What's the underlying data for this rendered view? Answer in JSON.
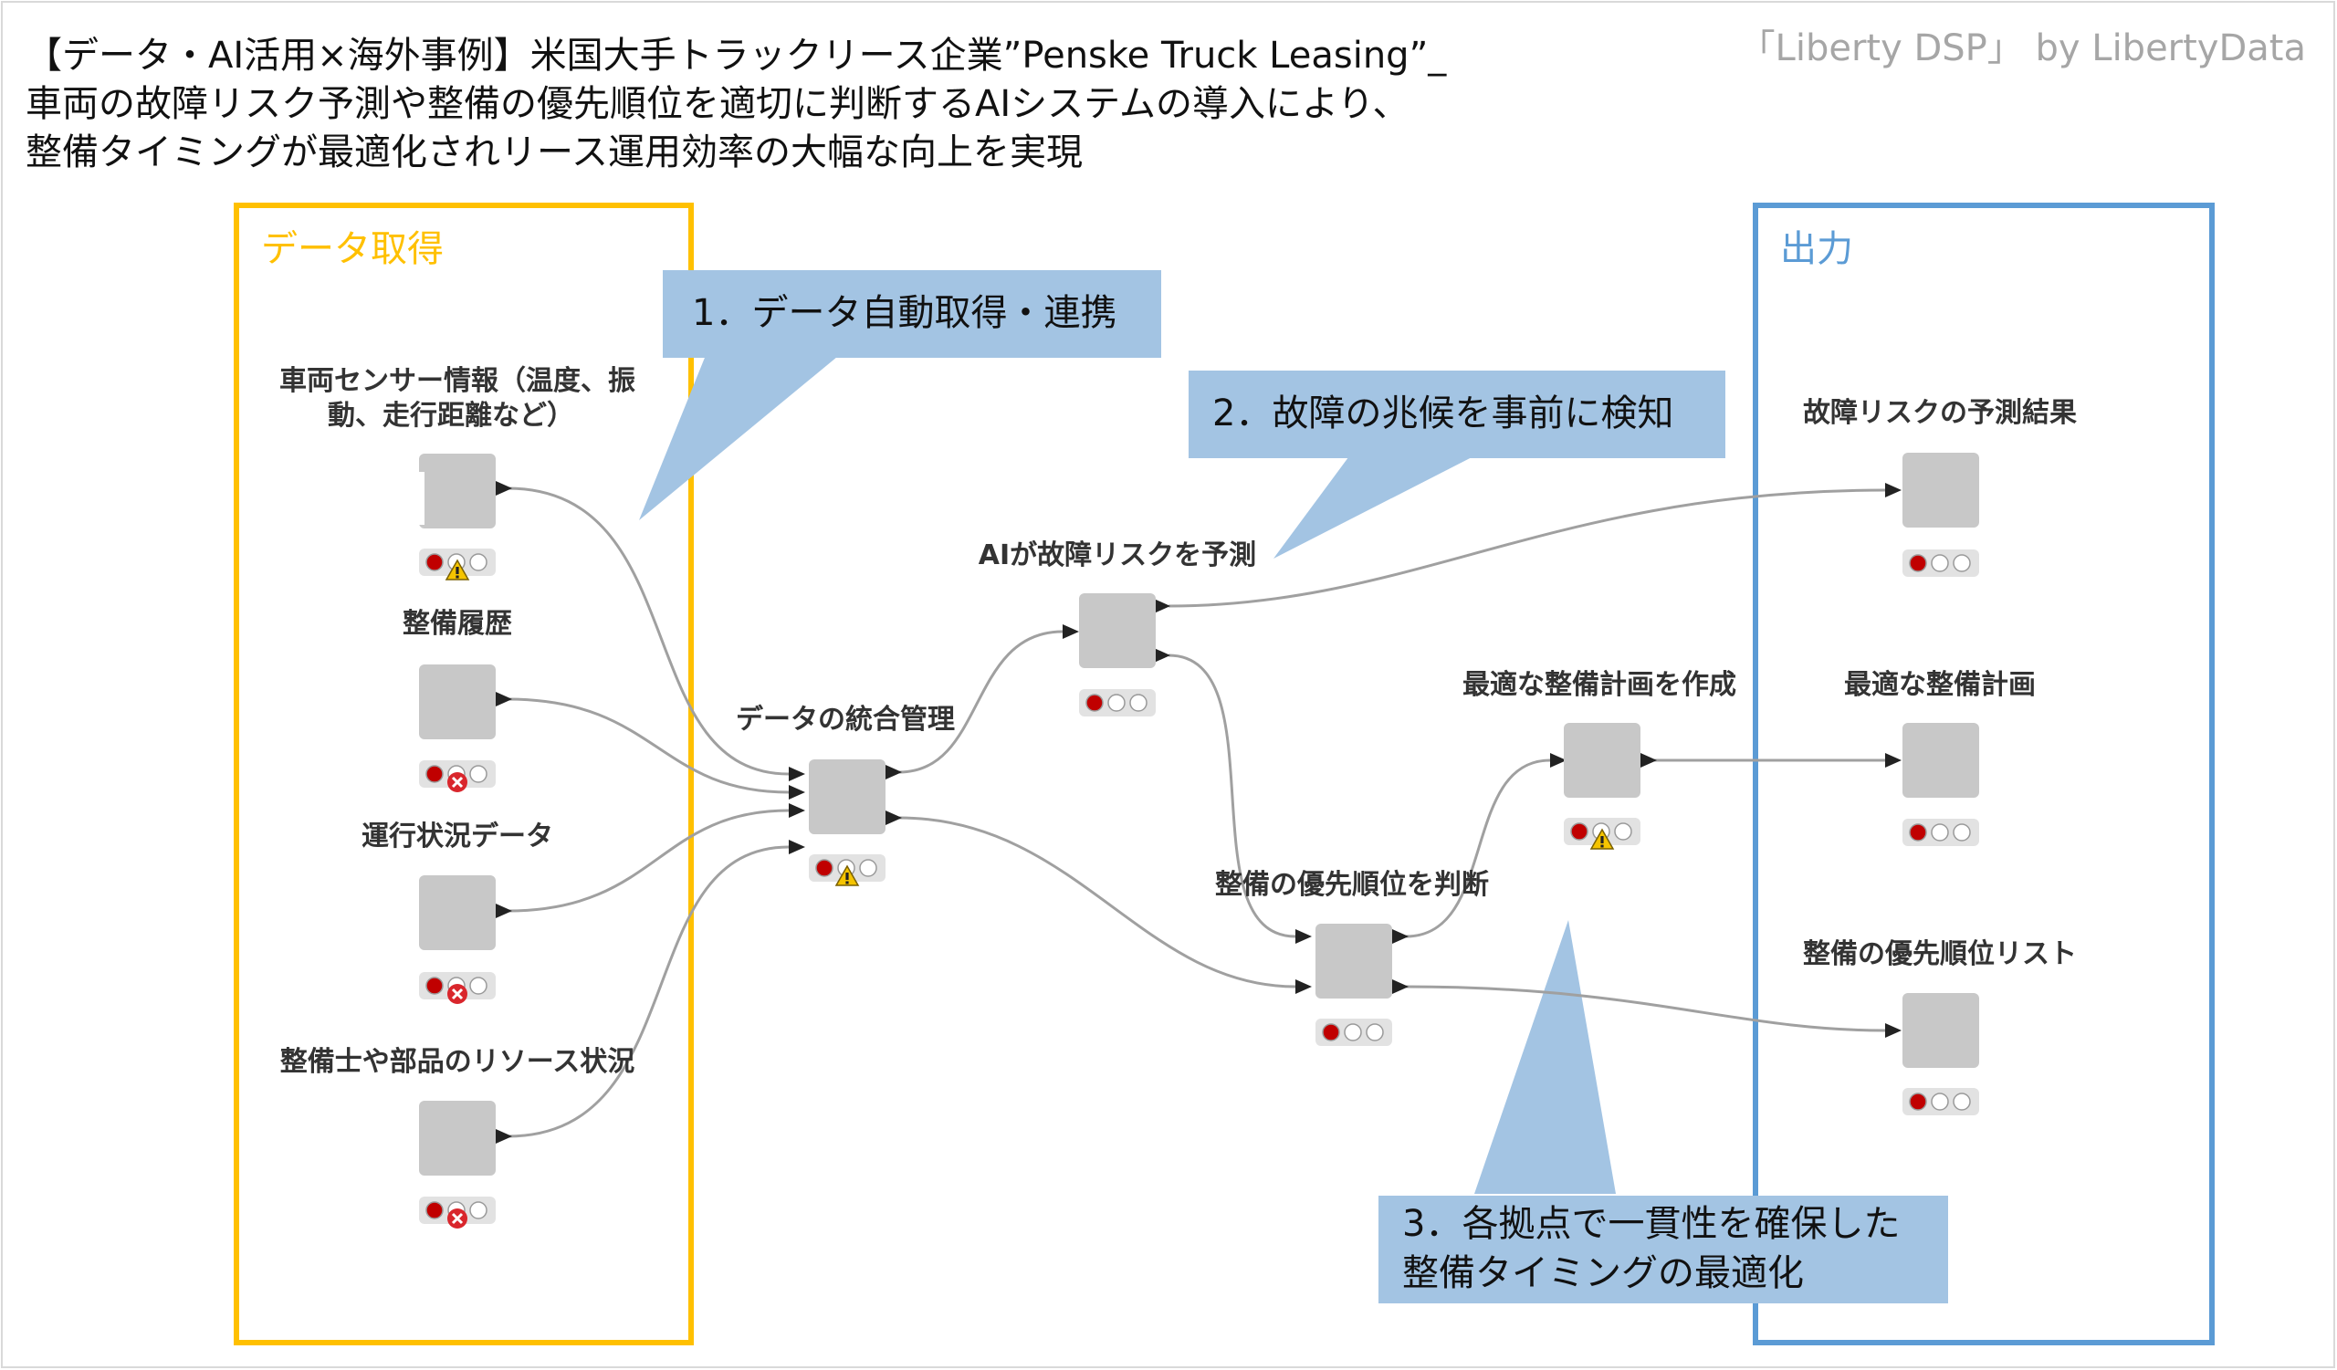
{
  "title_lines": [
    "【データ・AI活用×海外事例】米国大手トラックリース企業”Penske Truck Leasing”_",
    "車両の故障リスク予測や整備の優先順位を適切に判断するAIシステムの導入により、",
    "整備タイミングが最適化されリース運用効率の大幅な向上を実現"
  ],
  "credit": "「Liberty DSP」 by LibertyData",
  "groups": {
    "input": {
      "label": "データ取得",
      "color": "#ffc000"
    },
    "output": {
      "label": "出力",
      "color": "#5b9bd5"
    }
  },
  "callouts": {
    "c1": "1．データ自動取得・連携",
    "c2": "2．故障の兆候を事前に検知",
    "c3_line1": "3．各拠点で一貫性を確保した",
    "c3_line2": "整備タイミングの最適化",
    "fill": "#a3c4e3"
  },
  "nodes": {
    "sensor": {
      "label_line1": "車両センサー情報（温度、振",
      "label_line2": "動、走行距離など）",
      "status": "warning"
    },
    "maintenance_history": {
      "label": "整備履歴",
      "status": "error"
    },
    "operation_status": {
      "label": "運行状況データ",
      "status": "error"
    },
    "resources": {
      "label": "整備士や部品のリソース状況",
      "status": "error"
    },
    "integration": {
      "label": "データの統合管理",
      "status": "warning"
    },
    "ai_predict": {
      "label": "AIが故障リスクを予測",
      "status": "idle"
    },
    "priority_judge": {
      "label": "整備の優先順位を判断",
      "status": "idle"
    },
    "plan_create": {
      "label": "最適な整備計画を作成",
      "status": "warning"
    },
    "out_risk": {
      "label": "故障リスクの予測結果",
      "status": "idle"
    },
    "out_plan": {
      "label": "最適な整備計画",
      "status": "idle"
    },
    "out_priority": {
      "label": "整備の優先順位リスト",
      "status": "idle"
    }
  },
  "colors": {
    "node_fill": "#c8c8c8",
    "edge": "#a0a0a0",
    "status_red": "#c00000",
    "warning_yellow": "#f5c400",
    "error_red": "#d9262c"
  }
}
